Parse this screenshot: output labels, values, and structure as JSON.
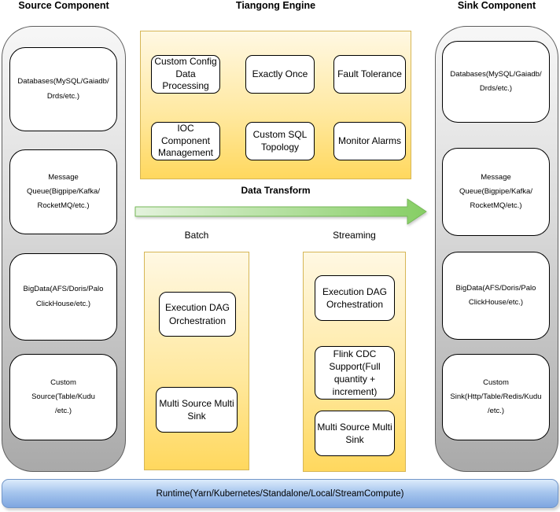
{
  "titles": {
    "source": "Source Component",
    "engine": "Tiangong Engine",
    "sink": "Sink Component"
  },
  "source": {
    "items": [
      "Databases(MySQL/Gaiadb/\nDrds/etc.)",
      "Message Queue(Bigpipe/Kafka/\nRocketMQ/etc.)",
      "BigData(AFS/Doris/Palo\nClickHouse/etc.)",
      "Custom Source(Table/Kudu\n/etc.)"
    ]
  },
  "sink": {
    "items": [
      "Databases(MySQL/Gaiadb/\nDrds/etc.)",
      "Message Queue(Bigpipe/Kafka/\nRocketMQ/etc.)",
      "BigData(AFS/Doris/Palo\nClickHouse/etc.)",
      "Custom\nSink(Http/Table/Redis/Kudu\n/etc.)"
    ]
  },
  "engine": {
    "features": [
      "Custom Config\nData\nProcessing",
      "Exactly Once",
      "Fault Tolerance",
      "IOC Component\nManagement",
      "Custom SQL\nTopology",
      "Monitor Alarms"
    ]
  },
  "transform": {
    "label": "Data Transform"
  },
  "batch": {
    "label": "Batch",
    "items": [
      "Execution DAG\nOrchestration",
      "Multi Source Multi\nSink"
    ]
  },
  "streaming": {
    "label": "Streaming",
    "items": [
      "Execution DAG\nOrchestration",
      "Flink CDC\nSupport(Full\nquantity +\nincrement)",
      "Multi Source Multi\nSink"
    ]
  },
  "runtime": {
    "label": "Runtime(Yarn/Kubernetes/Standalone/Local/StreamCompute)"
  },
  "colors": {
    "yellow_top": "#FFF8E3",
    "yellow_bottom": "#FFD85E",
    "yellow_border": "#D6B656",
    "gray_top": "#F7F7F7",
    "gray_bottom": "#A9A9A9",
    "gray_border": "#5F5F5F",
    "arrow_green_light": "#E3F2DC",
    "arrow_green": "#86CE64",
    "blue_top": "#DCEBFB",
    "blue_bottom": "#7EA6E0",
    "blue_border": "#7296C8"
  }
}
